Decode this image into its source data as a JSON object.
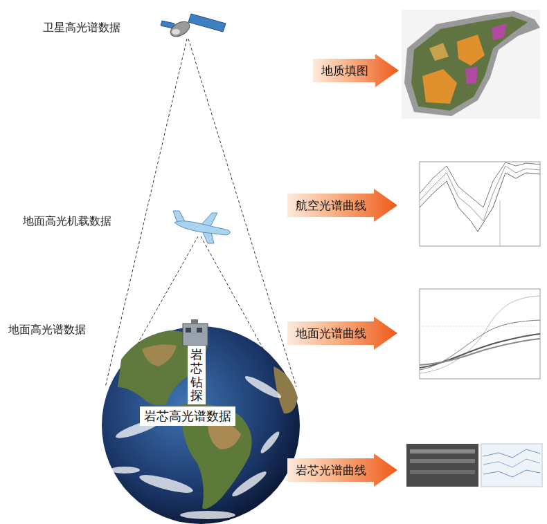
{
  "diagram": {
    "nodes": [
      {
        "text": [
          "地质填图"
        ]
      },
      {
        "text": [
          "航空光谱曲线"
        ]
      },
      {
        "text": [
          "地面光谱曲线"
        ]
      },
      {
        "text": [
          "岩芯钻探"
        ]
      },
      {
        "text": [
          "岩芯高光谱数据"
        ]
      },
      {
        "text": [
          "岩芯光谱曲线"
        ]
      }
    ],
    "labels": [
      "卫星高光谱数据",
      "地面高光机载数据",
      "地面高光谱数据"
    ]
  }
}
